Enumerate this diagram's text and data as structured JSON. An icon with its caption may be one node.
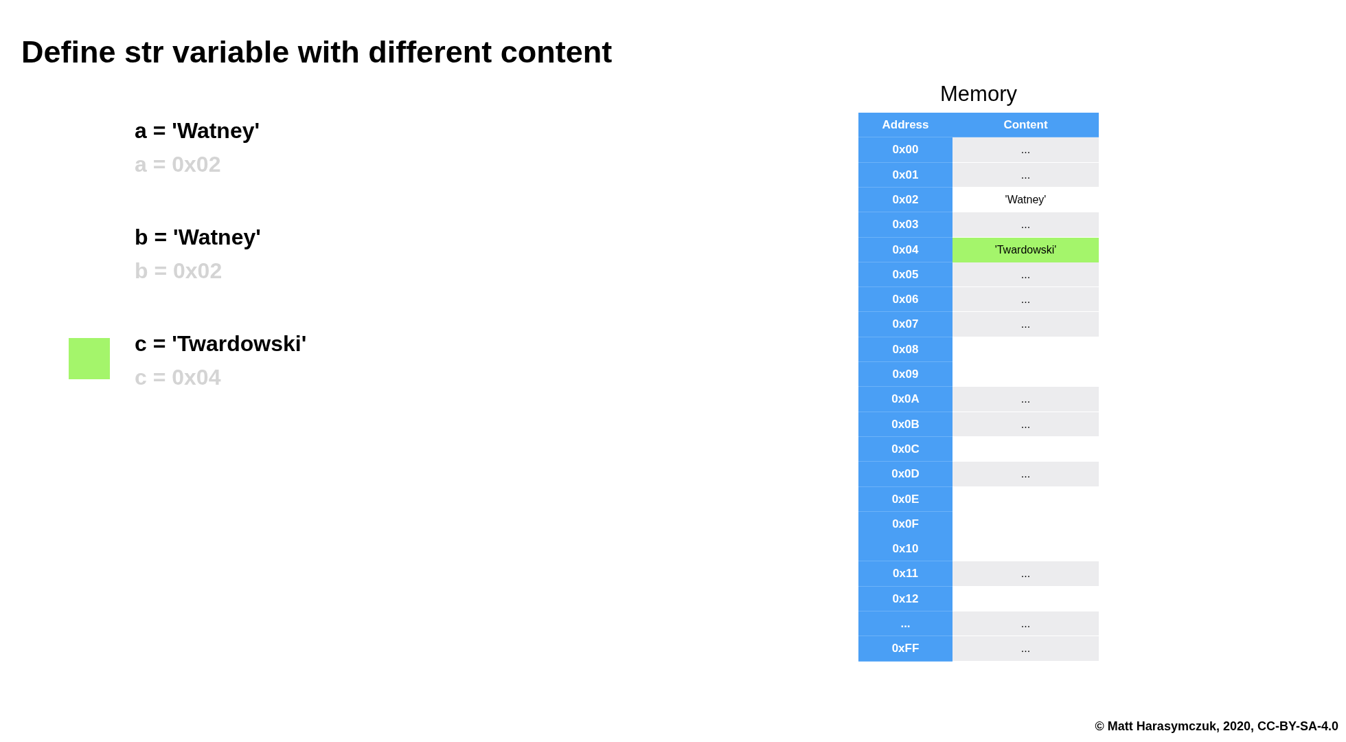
{
  "diagram": {
    "title": "Define str variable with different content",
    "caption": "© Matt Harasymczuk, 2020, CC-BY-SA-4.0",
    "labels": [
      "a = 'Watney'",
      "a = 0x02",
      "b = 'Watney'",
      "b = 0x02",
      "c = 'Twardowski'",
      "c = 0x04",
      "Memory",
      "Address",
      "Content",
      "0x00",
      "...",
      "0x01",
      "...",
      "0x02",
      "'Watney'",
      "0x03",
      "...",
      "0x04",
      "'Twardowski'",
      "0x05",
      "...",
      "0x06",
      "...",
      "0x07",
      "...",
      "0x08",
      "0x09",
      "0x0A",
      "...",
      "0x0B",
      "...",
      "0x0C",
      "0x0D",
      "...",
      "0x0E",
      "0x0F",
      "0x10",
      "0x11",
      "...",
      "0x12",
      "...",
      "...",
      "0xFF",
      "..."
    ]
  }
}
